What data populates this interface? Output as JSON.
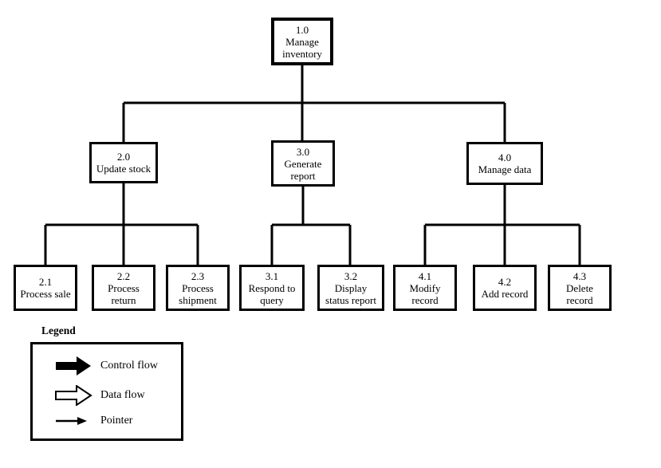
{
  "diagram_type": "structure-chart",
  "nodes": {
    "n1": {
      "id": "1.0",
      "lines": [
        "1.0",
        "Manage",
        "inventory"
      ]
    },
    "n2": {
      "id": "2.0",
      "lines": [
        "2.0",
        "Update stock"
      ]
    },
    "n3": {
      "id": "3.0",
      "lines": [
        "3.0",
        "Generate",
        "report"
      ]
    },
    "n4": {
      "id": "4.0",
      "lines": [
        "4.0",
        "Manage data"
      ]
    },
    "n21": {
      "id": "2.1",
      "lines": [
        "2.1",
        "Process sale"
      ]
    },
    "n22": {
      "id": "2.2",
      "lines": [
        "2.2",
        "Process",
        "return"
      ]
    },
    "n23": {
      "id": "2.3",
      "lines": [
        "2.3",
        "Process",
        "shipment"
      ]
    },
    "n31": {
      "id": "3.1",
      "lines": [
        "3.1",
        "Respond to",
        "query"
      ]
    },
    "n32": {
      "id": "3.2",
      "lines": [
        "3.2",
        "Display",
        "status report"
      ]
    },
    "n41": {
      "id": "4.1",
      "lines": [
        "4.1",
        "Modify",
        "record"
      ]
    },
    "n42": {
      "id": "4.2",
      "lines": [
        "4.2",
        "Add record"
      ]
    },
    "n43": {
      "id": "4.3",
      "lines": [
        "4.3",
        "Delete",
        "record"
      ]
    }
  },
  "hierarchy": {
    "root": "1.0",
    "edges": [
      [
        "1.0",
        "2.0"
      ],
      [
        "1.0",
        "3.0"
      ],
      [
        "1.0",
        "4.0"
      ],
      [
        "2.0",
        "2.1"
      ],
      [
        "2.0",
        "2.2"
      ],
      [
        "2.0",
        "2.3"
      ],
      [
        "3.0",
        "3.1"
      ],
      [
        "3.0",
        "3.2"
      ],
      [
        "4.0",
        "4.1"
      ],
      [
        "4.0",
        "4.2"
      ],
      [
        "4.0",
        "4.3"
      ]
    ]
  },
  "legend": {
    "title": "Legend",
    "items": [
      {
        "icon": "control-flow-arrow",
        "label": "Control flow"
      },
      {
        "icon": "data-flow-arrow",
        "label": "Data flow"
      },
      {
        "icon": "pointer-arrow",
        "label": "Pointer"
      }
    ]
  },
  "colors": {
    "ink": "#000000",
    "background": "#ffffff"
  }
}
